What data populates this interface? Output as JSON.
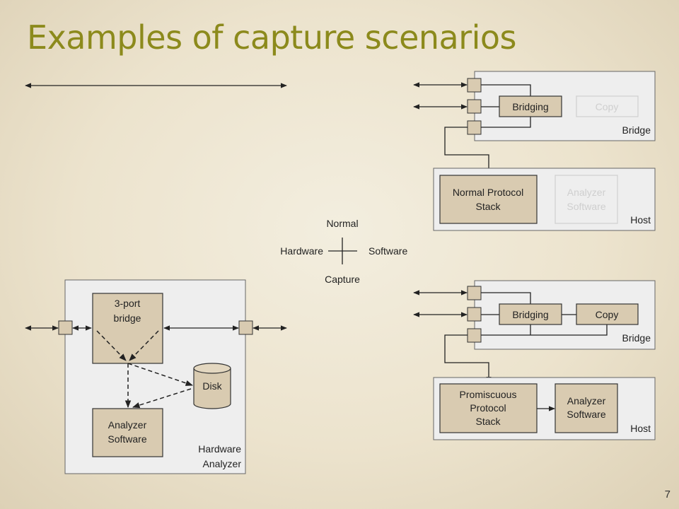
{
  "slide": {
    "title": "Examples of capture scenarios",
    "page_number": "7"
  },
  "axis": {
    "top": "Normal",
    "left": "Hardware",
    "right": "Software",
    "bottom": "Capture"
  },
  "normal_software": {
    "bridge": {
      "bridging": "Bridging",
      "copy": "Copy",
      "label": "Bridge"
    },
    "host": {
      "stack_line1": "Normal Protocol",
      "stack_line2": "Stack",
      "analyzer_line1": "Analyzer",
      "analyzer_line2": "Software",
      "label": "Host"
    }
  },
  "capture_software": {
    "bridge": {
      "bridging": "Bridging",
      "copy": "Copy",
      "label": "Bridge"
    },
    "host": {
      "stack_line1": "Promiscuous",
      "stack_line2": "Protocol",
      "stack_line3": "Stack",
      "analyzer_line1": "Analyzer",
      "analyzer_line2": "Software",
      "label": "Host"
    }
  },
  "capture_hardware": {
    "bridge_line1": "3-port",
    "bridge_line2": "bridge",
    "disk": "Disk",
    "analyzer_line1": "Analyzer",
    "analyzer_line2": "Software",
    "label_line1": "Hardware",
    "label_line2": "Analyzer"
  }
}
